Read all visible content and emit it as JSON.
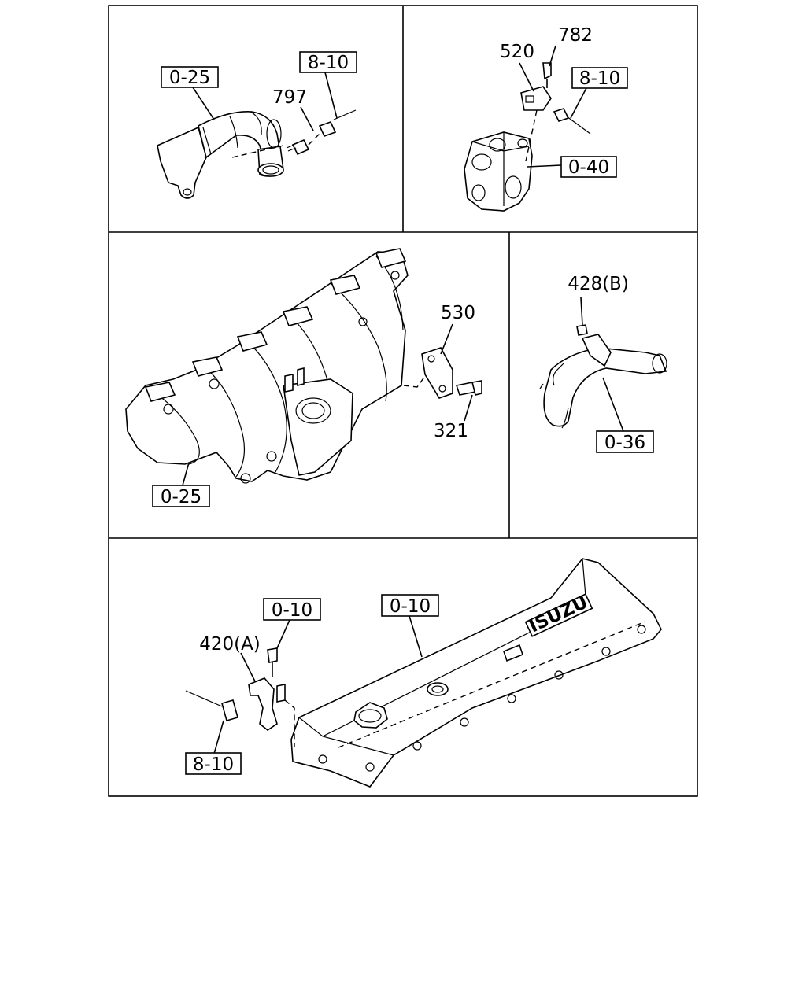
{
  "panels": [
    {
      "name": "panel-top-left",
      "labels": [
        {
          "text": "0-25",
          "boxed": true
        },
        {
          "text": "8-10",
          "boxed": true
        },
        {
          "text": "797",
          "boxed": false
        }
      ]
    },
    {
      "name": "panel-top-right",
      "labels": [
        {
          "text": "782",
          "boxed": false
        },
        {
          "text": "520",
          "boxed": false
        },
        {
          "text": "8-10",
          "boxed": true
        },
        {
          "text": "0-40",
          "boxed": true
        }
      ]
    },
    {
      "name": "panel-middle-left",
      "labels": [
        {
          "text": "530",
          "boxed": false
        },
        {
          "text": "321",
          "boxed": false
        },
        {
          "text": "0-25",
          "boxed": true
        }
      ]
    },
    {
      "name": "panel-middle-right",
      "labels": [
        {
          "text": "428(B)",
          "boxed": false
        },
        {
          "text": "0-36",
          "boxed": true
        }
      ]
    },
    {
      "name": "panel-bottom",
      "labels": [
        {
          "text": "0-10",
          "boxed": true
        },
        {
          "text": "0-10",
          "boxed": true
        },
        {
          "text": "420(A)",
          "boxed": false
        },
        {
          "text": "8-10",
          "boxed": true
        }
      ],
      "cover_marking": "ISUZU"
    }
  ]
}
